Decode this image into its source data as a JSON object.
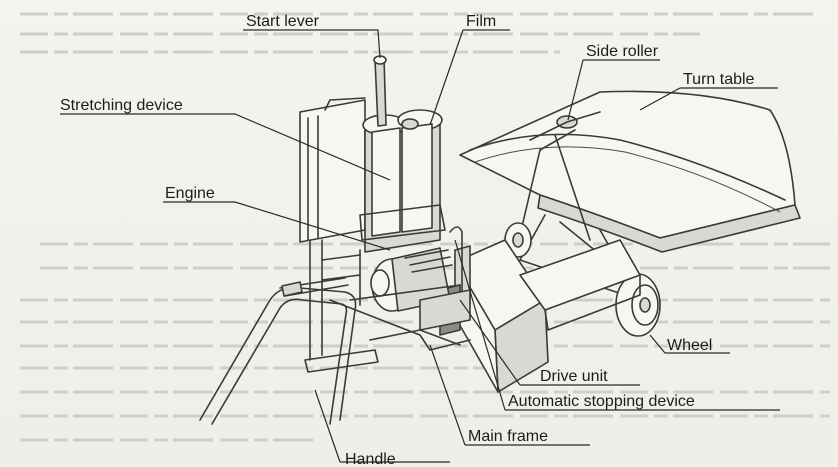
{
  "labels": {
    "start_lever": "Start lever",
    "film": "Film",
    "side_roller": "Side roller",
    "turn_table": "Turn table",
    "stretching_device": "Stretching device",
    "engine": "Engine",
    "wheel": "Wheel",
    "drive_unit": "Drive unit",
    "automatic_stopping_device": "Automatic stopping device",
    "main_frame": "Main frame",
    "handle": "Handle"
  },
  "colors": {
    "paper": "#f2f1ec",
    "ink": "#3a3a3a"
  }
}
